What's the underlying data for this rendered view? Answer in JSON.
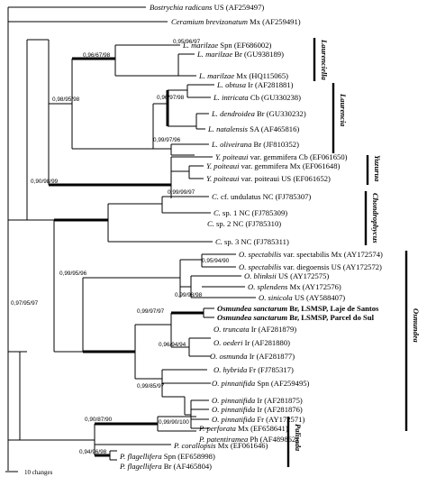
{
  "leaves": [
    {
      "name": "Bostrychia radicans",
      "tail": " US (AF259497)",
      "bold": false
    },
    {
      "name": "Ceramium brevizonatum",
      "tail": " Mx (AF259491)",
      "bold": false
    },
    {
      "name": "L. marilzae",
      "tail": " Spn (EF686002)",
      "bold": false
    },
    {
      "name": "L. marilzae",
      "tail": " Br (GU938189)",
      "bold": false
    },
    {
      "name": "L. marilzae",
      "tail": " Mx (HQ115065)",
      "bold": false
    },
    {
      "name": "L. obtusa",
      "tail": " Ir (AF281881)",
      "bold": false
    },
    {
      "name": "L. intricata",
      "tail": " Cb (GU330238)",
      "bold": false
    },
    {
      "name": "L. dendroidea",
      "tail": " Br (GU330232)",
      "bold": false
    },
    {
      "name": "L. natalensis",
      "tail": " SA (AF465816)",
      "bold": false
    },
    {
      "name": "L. oliveirana",
      "tail": " Br (JF810352)",
      "bold": false
    },
    {
      "name": "Y. poiteaui",
      "tail": " var. gemmifera Cb (EF061650)",
      "bold": false
    },
    {
      "name": "Y. poiteaui",
      "tail": " var. gemmifera Mx (EF061648)",
      "bold": false
    },
    {
      "name": "Y. poiteaui",
      "tail": " var. poiteaui US (EF061652)",
      "bold": false
    },
    {
      "name": "C.",
      "tail": " cf. undulatus NC (FJ785307)",
      "bold": false
    },
    {
      "name": "C.",
      "tail": " sp. 1 NC (FJ785309)",
      "bold": false
    },
    {
      "name": "C.",
      "tail": " sp. 2 NC (FJ785310)",
      "bold": false
    },
    {
      "name": "C.",
      "tail": " sp. 3 NC (FJ785311)",
      "bold": false
    },
    {
      "name": "O. spectabilis",
      "tail": " var. spectabilis Mx (AY172574)",
      "bold": false
    },
    {
      "name": "O. spectabilis",
      "tail": " var. diegoensis US (AY172572)",
      "bold": false
    },
    {
      "name": "O. blinksii",
      "tail": " US (AY172575)",
      "bold": false
    },
    {
      "name": "O. splendens",
      "tail": " Mx (AY172576)",
      "bold": false
    },
    {
      "name": "O. sinicola",
      "tail": " US (AY588407)",
      "bold": false
    },
    {
      "name": "Osmundea sanctarum",
      "tail": " Br, LSMSP, Laje de Santos",
      "bold": true
    },
    {
      "name": "Osmundea sanctarum",
      "tail": " Br, LSMSP, Parcel do Sul",
      "bold": true
    },
    {
      "name": "O. truncata",
      "tail": " Ir (AF281879)",
      "bold": false
    },
    {
      "name": "O. oederi",
      "tail": " Ir (AF281880)",
      "bold": false
    },
    {
      "name": "O. osmunda",
      "tail": " Ir (AF281877)",
      "bold": false
    },
    {
      "name": "O. hybrida",
      "tail": " Fr (FJ785317)",
      "bold": false
    },
    {
      "name": "O. pinnatifida",
      "tail": " Spn (AF259495)",
      "bold": false
    },
    {
      "name": "O. pinnatifida",
      "tail": " Ir (AF281875)",
      "bold": false
    },
    {
      "name": "O. pinnatifida",
      "tail": " Ir (AF281876)",
      "bold": false
    },
    {
      "name": "O. pinnatifida",
      "tail": " Fr (AY172571)",
      "bold": false
    },
    {
      "name": "P. perforata",
      "tail": " Mx (EF658641)",
      "bold": false
    },
    {
      "name": "P. patentiramea",
      "tail": " Ph (AF489862)",
      "bold": false
    },
    {
      "name": "P. corallopsis",
      "tail": " Mx (EF061646)",
      "bold": false
    },
    {
      "name": "P. flagellifera",
      "tail": " Spn (EF658998)",
      "bold": false
    },
    {
      "name": "P. flagellifera",
      "tail": " Br (AF465804)",
      "bold": false
    }
  ],
  "supports": [
    "0,95/96/97",
    "0,96/67/98",
    "0,96/97/98",
    "0,98/95/98",
    "0,99/97/96",
    "0,90/98/99",
    "0,99/99/97",
    "0,95/94/90",
    "0,99/95/96",
    "0,99/98/98",
    "0,99/97/97",
    "0,96/94/94",
    "0,99/85/97",
    "0,99/90/100",
    "0,97/95/97",
    "0,90/87/90",
    "0,94/96/98"
  ],
  "clades": [
    "Laurenciella",
    "Laurencia",
    "Yuzurua",
    "Chondrophycus",
    "Osmundea",
    "Palisada"
  ],
  "scale_label": "10 changes"
}
